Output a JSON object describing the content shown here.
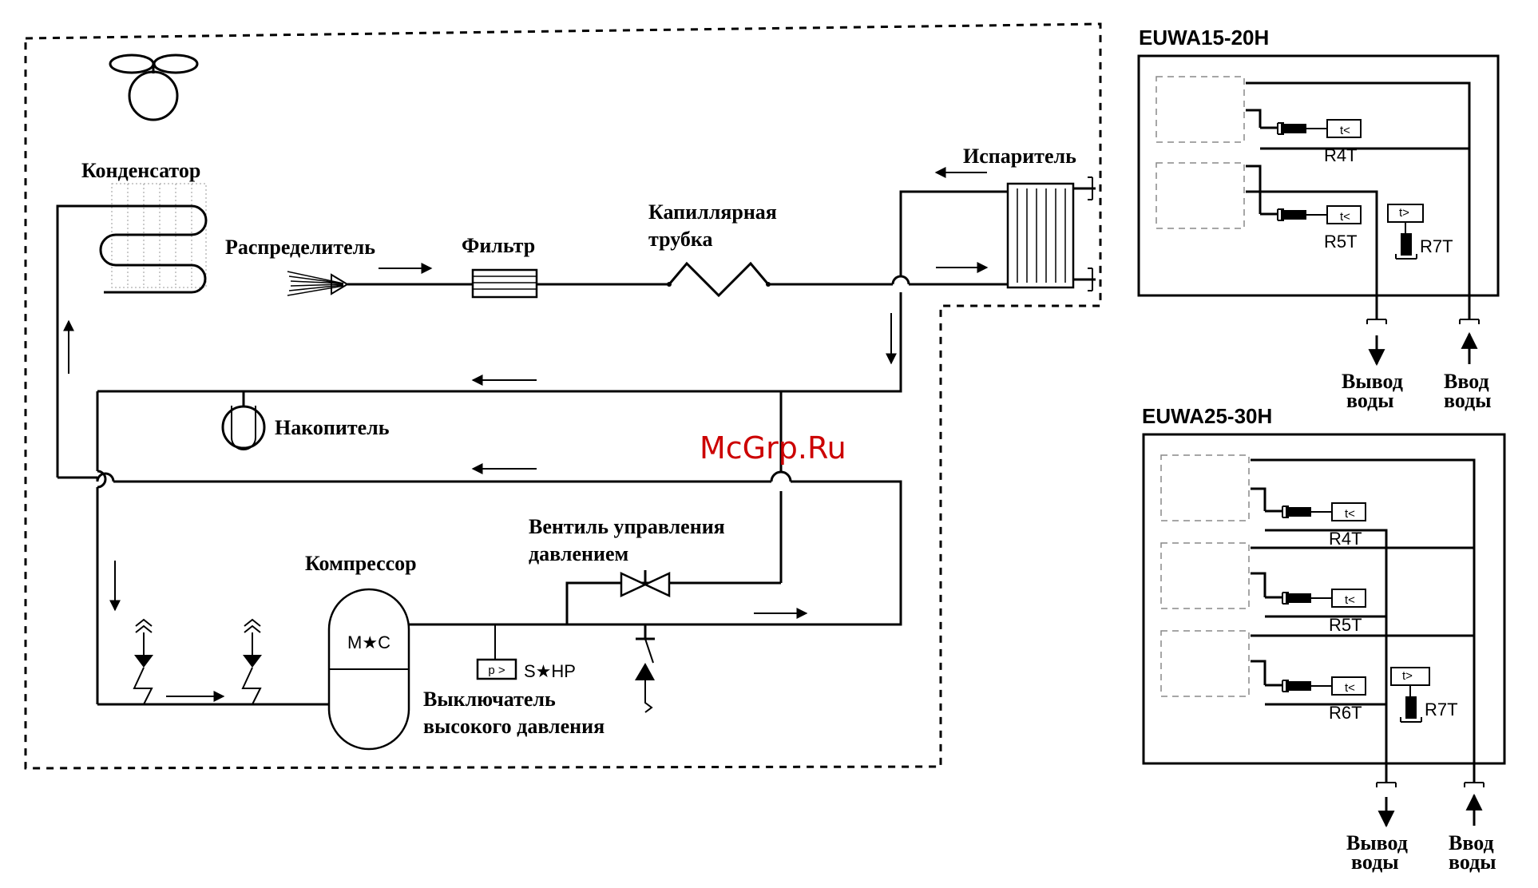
{
  "labels": {
    "condenser": "Конденсатор",
    "distributor": "Распределитель",
    "filter": "Фильтр",
    "capillary_line1": "Капиллярная",
    "capillary_line2": "трубка",
    "evaporator": "Испаритель",
    "accumulator": "Накопитель",
    "valve_line1": "Вентиль управления",
    "valve_line2": "давлением",
    "compressor": "Компрессор",
    "compressor_code": "M★C",
    "hp_code": "S★HP",
    "hp_sensor": "p >",
    "switch_line1": "Выключатель",
    "switch_line2": "высокого давления"
  },
  "unit_a": {
    "title": "EUWA15-20H",
    "r4t": "R4T",
    "r5t": "R5T",
    "r7t": "R7T",
    "t_lt": "t<",
    "t_gt": "t>",
    "out_line1": "Вывод",
    "out_line2": "воды",
    "in_line1": "Ввод",
    "in_line2": "воды"
  },
  "unit_b": {
    "title": "EUWA25-30H",
    "r4t": "R4T",
    "r5t": "R5T",
    "r6t": "R6T",
    "r7t": "R7T",
    "t_lt": "t<",
    "t_gt": "t>",
    "out_line1": "Вывод",
    "out_line2": "воды",
    "in_line1": "Ввод",
    "in_line2": "воды"
  },
  "watermark": "McGrp.Ru"
}
